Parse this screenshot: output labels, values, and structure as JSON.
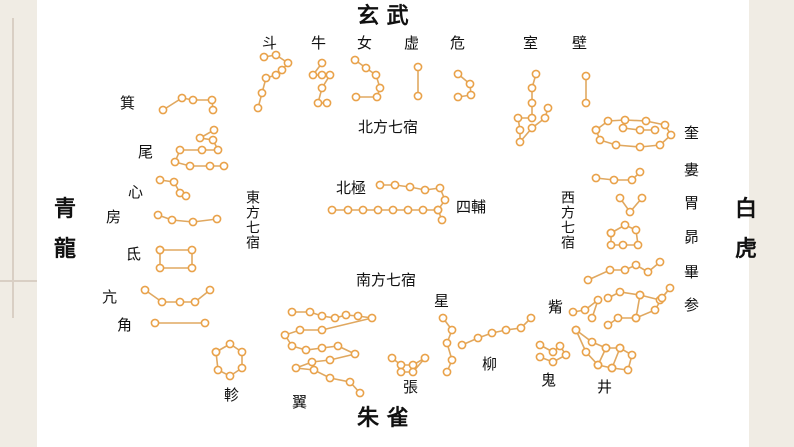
{
  "beasts": {
    "north": "玄 武",
    "south": "朱 雀",
    "east": "青\n龍",
    "west": "白\n虎"
  },
  "regions": {
    "north": "北方七宿",
    "south": "南方七宿",
    "east": "東方七宿",
    "west": "西方七宿"
  },
  "center": {
    "polaris": "北極",
    "sifu": "四輔"
  },
  "north_mansions": [
    "斗",
    "牛",
    "女",
    "虚",
    "危",
    "室",
    "壁"
  ],
  "east_mansions": [
    "箕",
    "尾",
    "心",
    "房",
    "氐",
    "亢",
    "角"
  ],
  "west_mansions": [
    "奎",
    "婁",
    "胃",
    "昴",
    "畢",
    "参",
    "觜"
  ],
  "south_mansions": [
    "井",
    "鬼",
    "柳",
    "星",
    "張",
    "翼",
    "軫"
  ],
  "colors": {
    "star": "#e9a24a",
    "line": "#e0a860",
    "text": "#111111",
    "frame": "#f0ece4"
  }
}
